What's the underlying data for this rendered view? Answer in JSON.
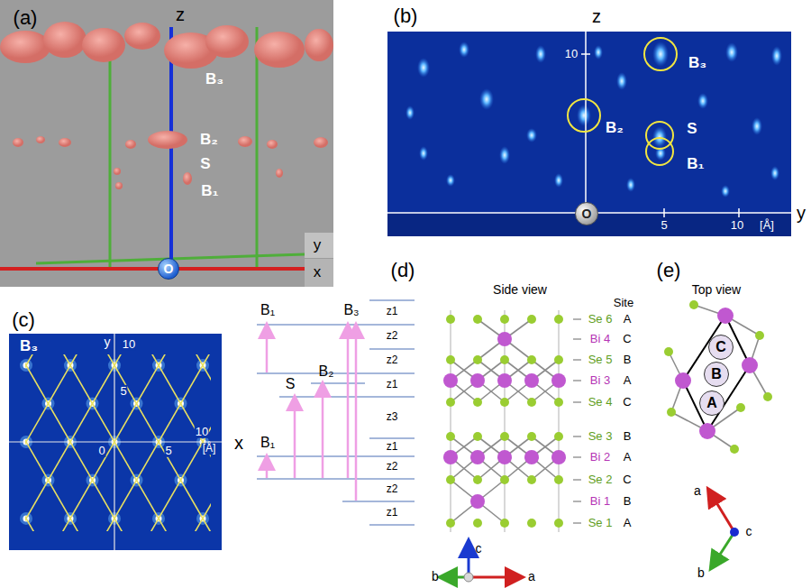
{
  "diagram": {
    "nodes": [
      {
        "text": [
          "O"
        ]
      },
      {
        "text": [
          "O"
        ]
      },
      {
        "text": [
          "C"
        ]
      },
      {
        "text": [
          "B"
        ]
      },
      {
        "text": [
          "A"
        ]
      }
    ],
    "labels": [
      "(a)",
      "z",
      "B₃",
      "B₂",
      "S",
      "B₁",
      "y",
      "x",
      "(b)",
      "z",
      "10",
      "B₃",
      "B₂",
      "S",
      "B₁",
      "5",
      "10",
      "[Å]",
      "y",
      "(c)",
      "B₃",
      "y",
      "10",
      "5",
      "0",
      "5",
      "10",
      "[Å]",
      "x",
      "B₁",
      "B₃",
      "S",
      "B₂",
      "B₁",
      "z1",
      "z2",
      "z2",
      "z1",
      "z3",
      "z1",
      "z2",
      "z2",
      "z1",
      "(d)",
      "Side view",
      "Site",
      "Se 6",
      "A",
      "Bi 4",
      "C",
      "Se 5",
      "B",
      "Bi 3",
      "A",
      "Se 4",
      "C",
      "Se 3",
      "B",
      "Bi 2",
      "A",
      "Se 2",
      "C",
      "Bi 1",
      "B",
      "Se 1",
      "A",
      "c",
      "b",
      "a",
      "(e)",
      "Top view",
      "a",
      "c",
      "b"
    ]
  }
}
